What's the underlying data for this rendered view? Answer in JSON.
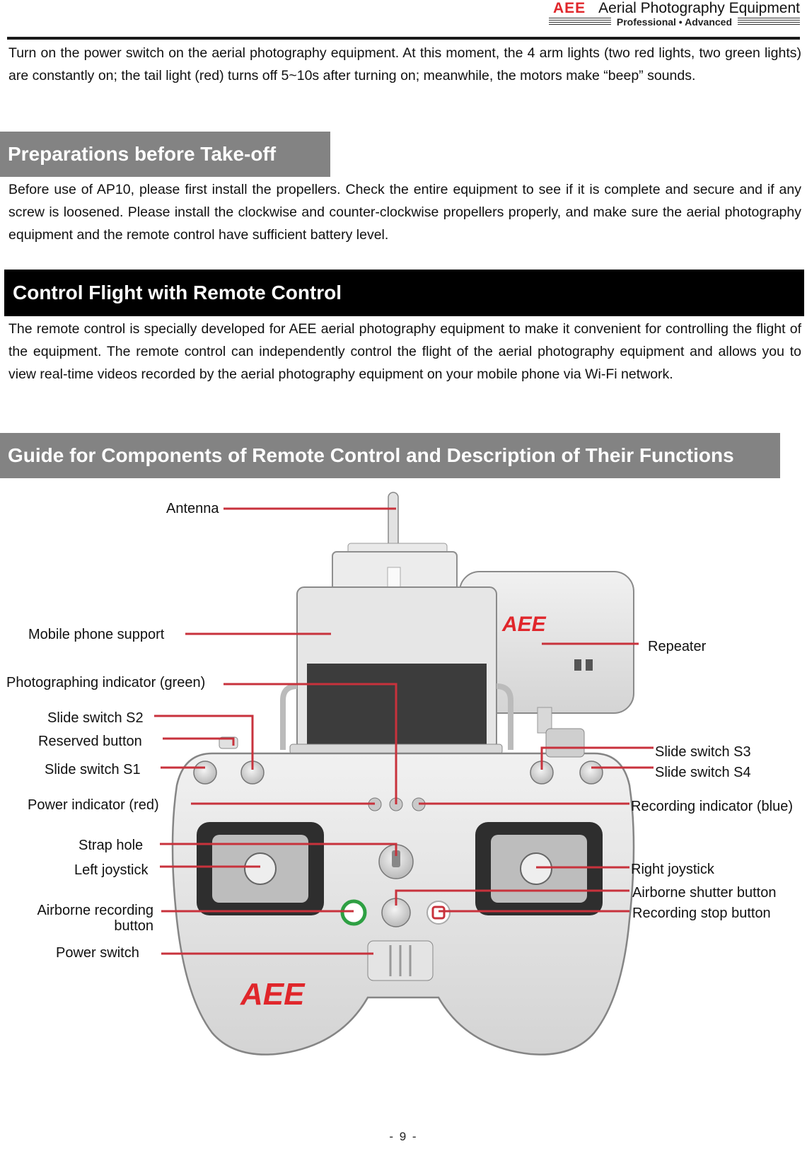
{
  "header": {
    "brand": "AEE",
    "title": "Aerial Photography Equipment",
    "tagline": "Professional • Advanced"
  },
  "intro_text": "Turn on the power switch on the aerial photography equipment. At this moment, the 4 arm lights (two red lights, two green lights) are constantly on; the tail light (red) turns off 5~10s after turning on; meanwhile, the motors make “beep” sounds.",
  "sections": [
    {
      "title": "Preparations before Take-off",
      "body": "Before use of AP10, please first install the propellers. Check the entire equipment to see if it is complete and secure and if any screw is loosened. Please install the clockwise and counter-clockwise propellers properly, and make sure the aerial photography equipment and the remote control have sufficient battery level."
    },
    {
      "title": "Control Flight with Remote Control",
      "body": "The remote control is specially developed for AEE aerial photography equipment to make it convenient for controlling the flight of the equipment. The remote control can independently control the flight of the aerial photography equipment and allows you to view real-time videos recorded by the aerial photography equipment on your mobile phone via Wi-Fi network."
    },
    {
      "title": "Guide for Components of Remote Control and Description of Their Functions"
    }
  ],
  "figure": {
    "logo_text": "AEE",
    "callouts_left": {
      "antenna": "Antenna",
      "mobile_phone_support": "Mobile phone support",
      "photographing_indicator": "Photographing indicator (green)",
      "slide_switch_s2": "Slide switch S2",
      "reserved_button": "Reserved  button",
      "slide_switch_s1": "Slide switch S1",
      "power_indicator": "Power  indicator  (red)",
      "strap_hole": "Strap  hole",
      "left_joystick": "Left joystick",
      "airborne_recording_button_l1": "Airborne  recording",
      "airborne_recording_button_l2": "button",
      "power_switch": "Power  switch"
    },
    "callouts_right": {
      "repeater": "Repeater",
      "slide_switch_s3": "Slide switch S3",
      "slide_switch_s4": "Slide switch S4",
      "recording_indicator": "Recording indicator (blue)",
      "right_joystick": "Right joystick",
      "airborne_shutter_button": "Airborne shutter button",
      "recording_stop_button": "Recording stop button"
    },
    "colors": {
      "leader_line": "#c8323c",
      "logo_red": "#e0262b"
    }
  },
  "page_number": "- 9 -"
}
